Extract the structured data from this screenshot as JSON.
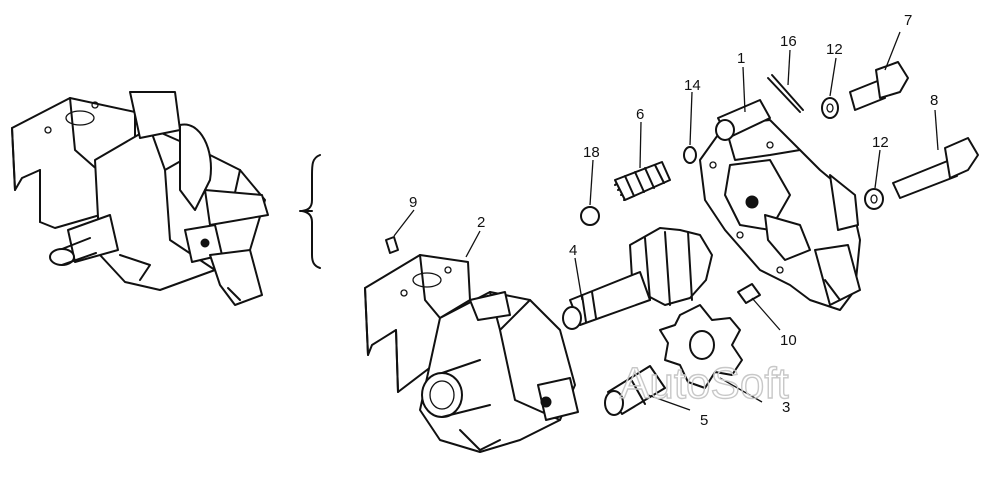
{
  "watermark": "AutoSoft",
  "callouts": [
    "1",
    "2",
    "3",
    "4",
    "5",
    "6",
    "7",
    "8",
    "9",
    "10",
    "12",
    "12",
    "14",
    "16",
    "18"
  ]
}
